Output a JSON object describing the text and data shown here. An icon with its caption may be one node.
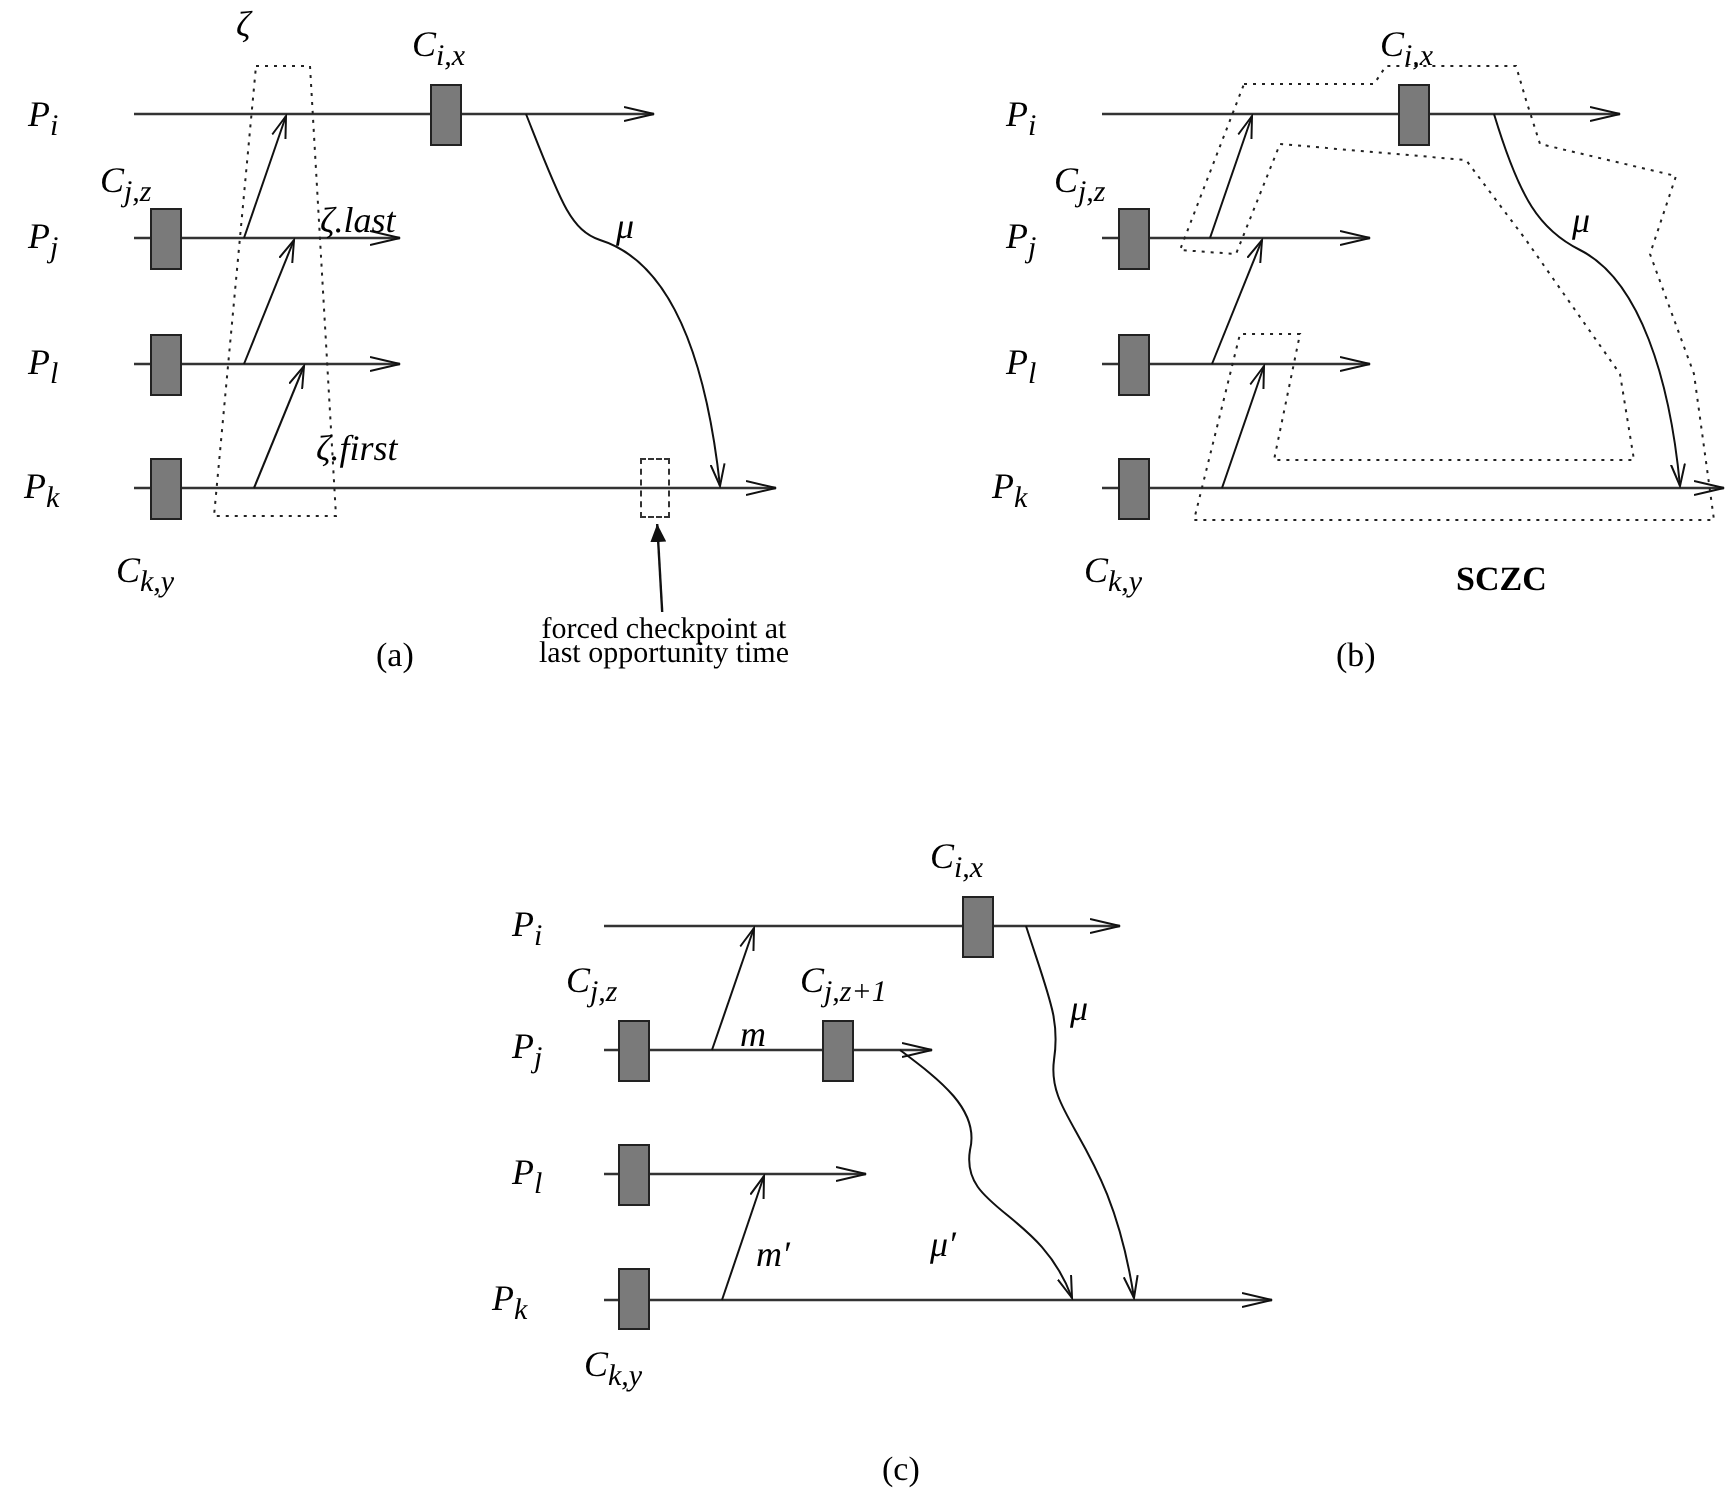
{
  "diagram": {
    "nodes": [
      {
        "text": [
          "ζ"
        ]
      },
      {
        "text": [
          "C$_{i,x}$"
        ]
      },
      {
        "text": [
          "C$_{j,z}$"
        ]
      },
      {
        "text": [],
        "shape": "box"
      },
      {
        "text": [
          "C$_{k,y}$"
        ]
      },
      {
        "text": [],
        "shape": "box"
      },
      {
        "text": [
          "forced checkpoint at last opportunity time"
        ]
      },
      {
        "text": [
          "SCZC"
        ]
      },
      {
        "text": [
          "C$_{i,x}$"
        ],
        "in": 7
      },
      {
        "text": [
          "C$_{j,z}$"
        ]
      },
      {
        "text": [],
        "shape": "box"
      },
      {
        "text": [
          "C$_{k,y}$"
        ]
      },
      {
        "text": [
          "C$_{i,x}$"
        ]
      },
      {
        "text": [
          "C$_{j,z}$"
        ]
      },
      {
        "text": [
          "C$_{j,z+1}$"
        ]
      },
      {
        "text": [],
        "shape": "box"
      },
      {
        "text": [
          "C$_{k,y}$"
        ]
      }
    ],
    "edges": [
      {
        "from": 6,
        "to": 5,
        "arrow": "to"
      }
    ],
    "labels": [
      "P$_{i}$",
      "P$_{j}$",
      "P$_{l}$",
      "P$_{k}$",
      "ζ.last",
      "ζ.first",
      "μ",
      "(a)",
      "P$_{i}$",
      "P$_{j}$",
      "P$_{l}$",
      "P$_{k}$",
      "μ",
      "(b)",
      "P$_{i}$",
      "P$_{j}$",
      "P$_{l}$",
      "P$_{k}$",
      "m",
      "μ",
      "m′",
      "μ′",
      "(c)"
    ]
  }
}
